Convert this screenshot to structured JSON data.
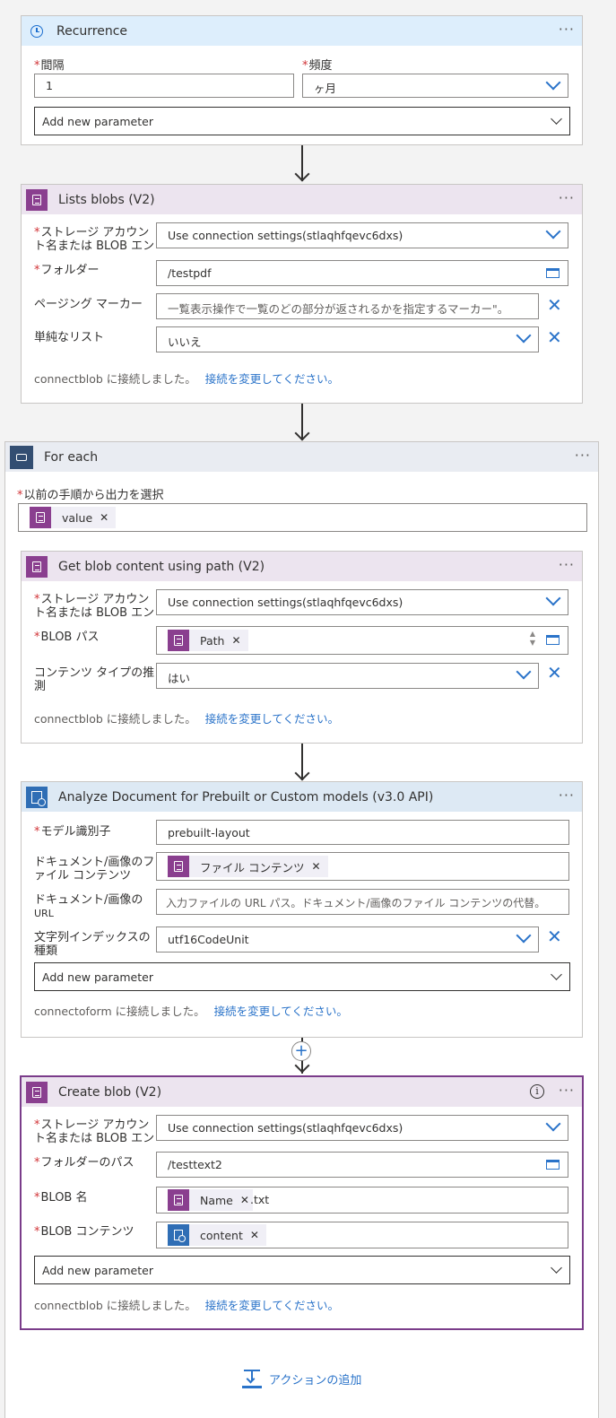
{
  "recurrence": {
    "title": "Recurrence",
    "interval_label": "間隔",
    "interval_value": "1",
    "frequency_label": "頻度",
    "frequency_value": "ヶ月",
    "add_param": "Add new parameter"
  },
  "lists_blobs": {
    "title": "Lists blobs (V2)",
    "storage_label_1": "ストレージ アカウン",
    "storage_label_2": "ト名または BLOB エン",
    "storage_value": "Use connection settings(stlaqhfqevc6dxs)",
    "folder_label": "フォルダー",
    "folder_value": "/testpdf",
    "paging_label": "ページング マーカー",
    "paging_placeholder": "一覧表示操作で一覧のどの部分が返されるかを指定するマーカー\"。",
    "flat_label": "単純なリスト",
    "flat_value": "いいえ",
    "connected_text": "connectblob に接続しました。",
    "change_link": "接続を変更してください。"
  },
  "for_each": {
    "title": "For each",
    "select_label": "以前の手順から出力を選択",
    "token": "value"
  },
  "get_blob": {
    "title": "Get blob content using path (V2)",
    "storage_label_1": "ストレージ アカウン",
    "storage_label_2": "ト名または BLOB エン",
    "storage_value": "Use connection settings(stlaqhfqevc6dxs)",
    "path_label": "BLOB パス",
    "path_token": "Path",
    "infer_label_1": "コンテンツ タイプの推",
    "infer_label_2": "測",
    "infer_value": "はい",
    "connected_text": "connectblob に接続しました。",
    "change_link": "接続を変更してください。"
  },
  "analyze": {
    "title": "Analyze Document for Prebuilt or Custom models (v3.0 API)",
    "model_label": "モデル識別子",
    "model_value": "prebuilt-layout",
    "doc_label_1": "ドキュメント/画像のフ",
    "doc_label_2": "ァイル コンテンツ",
    "doc_token": "ファイル コンテンツ",
    "url_label_1": "ドキュメント/画像の",
    "url_label_2": "URL",
    "url_placeholder": "入力ファイルの URL パス。ドキュメント/画像のファイル コンテンツの代替。",
    "index_label_1": "文字列インデックスの",
    "index_label_2": "種類",
    "index_value": "utf16CodeUnit",
    "add_param": "Add new parameter",
    "connected_text": "connectoform に接続しました。",
    "change_link": "接続を変更してください。"
  },
  "create_blob": {
    "title": "Create blob (V2)",
    "storage_label_1": "ストレージ アカウン",
    "storage_label_2": "ト名または BLOB エン",
    "storage_value": "Use connection settings(stlaqhfqevc6dxs)",
    "folder_label": "フォルダーのパス",
    "folder_value": "/testtext2",
    "name_label": "BLOB 名",
    "name_token": "Name",
    "name_suffix": ".txt",
    "content_label": "BLOB コンテンツ",
    "content_token": "content",
    "add_param": "Add new parameter",
    "connected_text": "connectblob に接続しました。",
    "change_link": "接続を変更してください。"
  },
  "add_action": "アクションの追加",
  "colors": {
    "recurrence_header": "#ddeefc",
    "blob_header": "#ece4ef",
    "foreach_header": "#e9ecf2",
    "analyze_header": "#dde9f4",
    "accent": "#2a73c9",
    "selected_border": "#7a3c8a"
  }
}
